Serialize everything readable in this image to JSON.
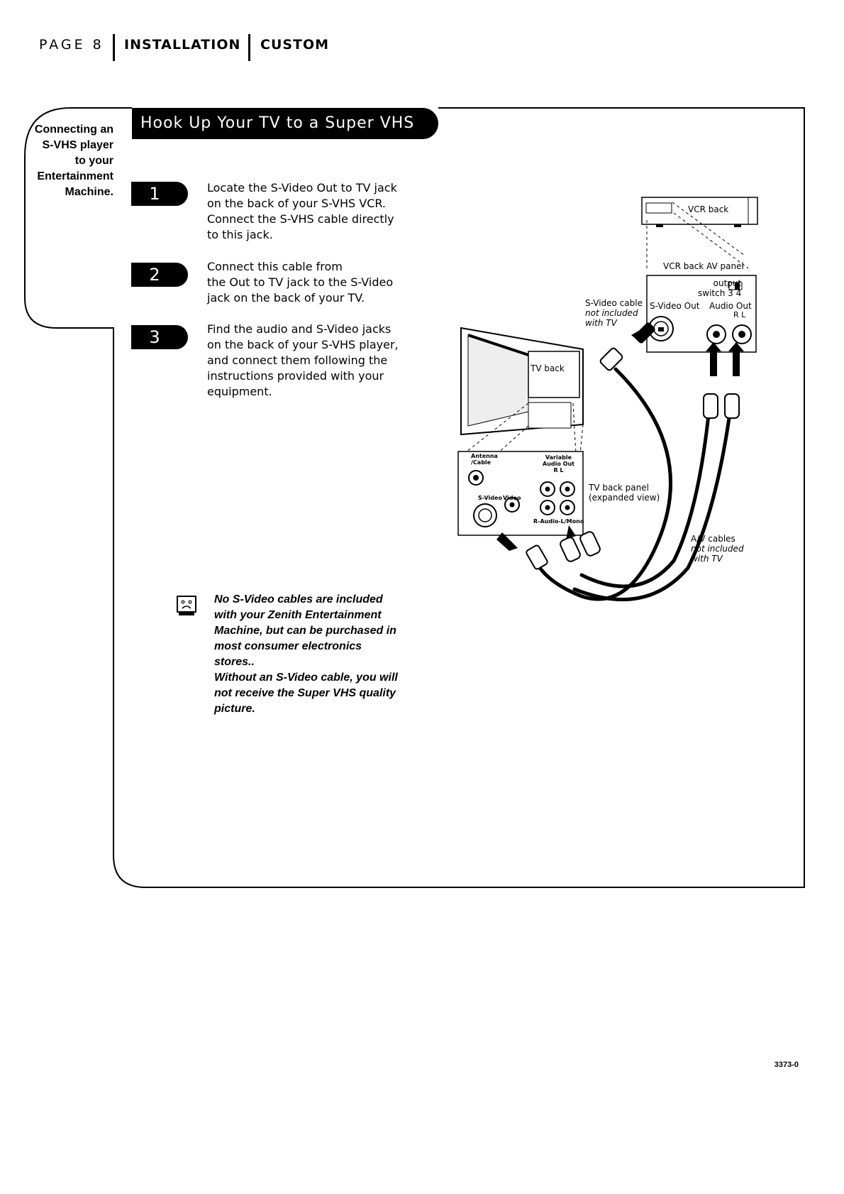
{
  "header": {
    "page": "PAGE 8",
    "section": "INSTALLATION",
    "subsection": "CUSTOM"
  },
  "sidebar": {
    "lines": [
      "Connecting an",
      "S-VHS player",
      "to your",
      "Entertainment",
      "Machine."
    ]
  },
  "banner": {
    "title": "Hook Up Your TV to a Super VHS VCR"
  },
  "steps": [
    {
      "number": "1",
      "lines": [
        "Locate the S-Video Out to TV jack",
        "on the back of your S-VHS VCR.",
        "Connect the S-VHS cable directly",
        "to this jack."
      ]
    },
    {
      "number": "2",
      "lines": [
        "Connect this cable from",
        "the Out to TV jack to the S-Video",
        "jack on the back of your TV."
      ]
    },
    {
      "number": "3",
      "lines": [
        "Find the audio and S-Video jacks",
        "on the back of your S-VHS player,",
        "and connect them following the",
        "instructions provided with your",
        "equipment."
      ]
    }
  ],
  "note": {
    "icon": "sad-face-icon",
    "lines": [
      "No S-Video cables are included",
      "with your Zenith Entertainment",
      "Machine, but can be purchased in",
      "most consumer electronics stores..",
      "Without an S-Video cable, you will",
      "not receive the Super VHS quality",
      "picture."
    ]
  },
  "diagram": {
    "vcr_back": "VCR back",
    "vcr_panel": "VCR back AV panel",
    "output_switch": [
      "output",
      "switch 3  4"
    ],
    "svideo_out": "S-Video Out",
    "audio_out": "Audio Out",
    "audio_rl": "R  L",
    "svideo_cable": [
      "S-Video cable",
      "not included",
      "with TV"
    ],
    "tv_back": "TV back",
    "tv_panel": [
      "TV back panel",
      "(expanded view)"
    ],
    "av_cables": [
      "A/V cables",
      "not included",
      "with TV"
    ],
    "antenna": [
      "Antenna",
      "/Cable"
    ],
    "variable_audio": [
      "Variable",
      "Audio Out"
    ],
    "var_rl": "R    L",
    "svideo_jack": "S-Video",
    "video_jack": "Video",
    "r_audio": "R-Audio-L/Mono"
  },
  "footer": {
    "doc_number": "3373-0"
  }
}
